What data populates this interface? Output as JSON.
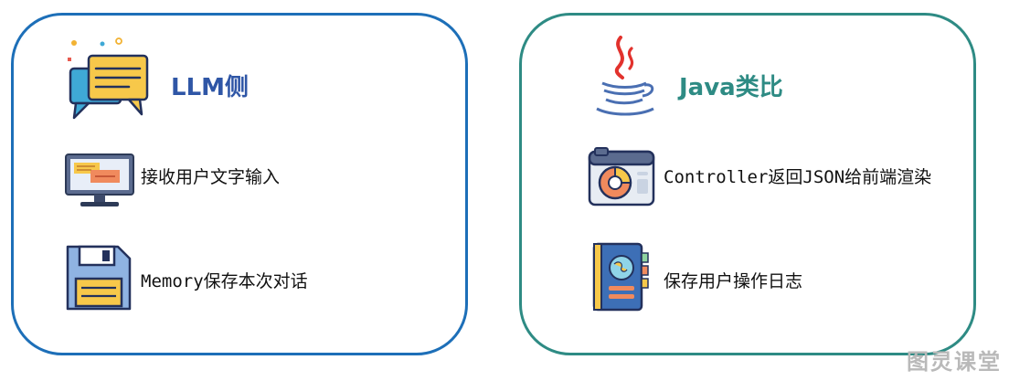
{
  "left_panel": {
    "title": "LLM侧",
    "items": [
      {
        "label": "接收用户文字输入",
        "icon": "computer-screen-icon"
      },
      {
        "label": "Memory保存本次对话",
        "icon": "floppy-disk-icon"
      }
    ],
    "title_icon": "chat-bubbles-icon",
    "accent": "#1d6fb8"
  },
  "right_panel": {
    "title": "Java类比",
    "items": [
      {
        "label": "Controller返回JSON给前端渲染",
        "icon": "dashboard-panel-icon"
      },
      {
        "label": "保存用户操作日志",
        "icon": "notebook-icon"
      }
    ],
    "title_icon": "java-coffee-icon",
    "accent": "#2e8b84"
  },
  "watermark": "图灵课堂"
}
